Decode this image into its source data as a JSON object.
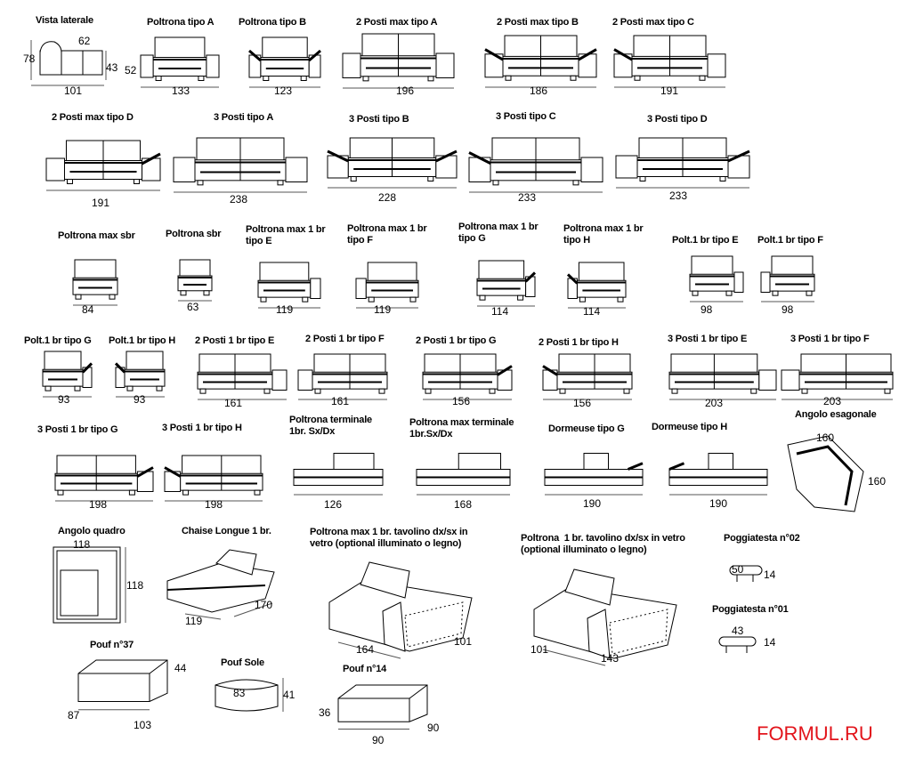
{
  "brand": "FORMUL.RU",
  "items": [
    {
      "label": "Vista laterale",
      "dims": [
        "62",
        "78",
        "43",
        "101"
      ]
    },
    {
      "label": "Poltrona tipo A",
      "dims": [
        "52",
        "133"
      ]
    },
    {
      "label": "Poltrona tipo B",
      "dims": [
        "123"
      ]
    },
    {
      "label": "2 Posti max tipo A",
      "dims": [
        "196"
      ]
    },
    {
      "label": "2 Posti max tipo B",
      "dims": [
        "186"
      ]
    },
    {
      "label": "2 Posti max tipo C",
      "dims": [
        "191"
      ]
    },
    {
      "label": "2 Posti max tipo D",
      "dims": [
        "191"
      ]
    },
    {
      "label": "3 Posti tipo A",
      "dims": [
        "238"
      ]
    },
    {
      "label": "3 Posti tipo B",
      "dims": [
        "228"
      ]
    },
    {
      "label": "3 Posti tipo C",
      "dims": [
        "233"
      ]
    },
    {
      "label": "3 Posti tipo D",
      "dims": [
        "233"
      ]
    },
    {
      "label": "Poltrona max sbr",
      "dims": [
        "84"
      ]
    },
    {
      "label": "Poltrona sbr",
      "dims": [
        "63"
      ]
    },
    {
      "label": "Poltrona max 1 br\ntipo E",
      "dims": [
        "119"
      ]
    },
    {
      "label": "Poltrona max 1 br\ntipo F",
      "dims": [
        "119"
      ]
    },
    {
      "label": "Poltrona max 1 br\ntipo G",
      "dims": [
        "114"
      ]
    },
    {
      "label": "Poltrona max 1 br\ntipo H",
      "dims": [
        "114"
      ]
    },
    {
      "label": "Polt.1 br tipo E",
      "dims": [
        "98"
      ]
    },
    {
      "label": "Polt.1 br tipo F",
      "dims": [
        "98"
      ]
    },
    {
      "label": "Polt.1 br tipo G",
      "dims": [
        "93"
      ]
    },
    {
      "label": "Polt.1 br tipo H",
      "dims": [
        "93"
      ]
    },
    {
      "label": "2 Posti 1 br tipo E",
      "dims": [
        "161"
      ]
    },
    {
      "label": "2 Posti 1 br tipo F",
      "dims": [
        "161"
      ]
    },
    {
      "label": "2 Posti 1 br tipo G",
      "dims": [
        "156"
      ]
    },
    {
      "label": "2 Posti 1 br tipo H",
      "dims": [
        "156"
      ]
    },
    {
      "label": "3 Posti 1 br tipo E",
      "dims": [
        "203"
      ]
    },
    {
      "label": "3 Posti 1 br tipo F",
      "dims": [
        "203"
      ]
    },
    {
      "label": "3 Posti 1 br tipo G",
      "dims": [
        "198"
      ]
    },
    {
      "label": "3 Posti 1 br tipo H",
      "dims": [
        "198"
      ]
    },
    {
      "label": "Poltrona terminale\n1br. Sx/Dx",
      "dims": [
        "126"
      ]
    },
    {
      "label": "Poltrona max terminale\n1br.Sx/Dx",
      "dims": [
        "168"
      ]
    },
    {
      "label": "Dormeuse tipo G",
      "dims": [
        "190"
      ]
    },
    {
      "label": "Dormeuse tipo H",
      "dims": [
        "190"
      ]
    },
    {
      "label": "Angolo esagonale",
      "dims": [
        "160",
        "160"
      ]
    },
    {
      "label": "Angolo quadro",
      "dims": [
        "118",
        "118"
      ]
    },
    {
      "label": "Chaise Longue 1 br.",
      "dims": [
        "119",
        "170"
      ]
    },
    {
      "label": "Poltrona max 1 br. tavolino dx/sx in\nvetro (optional illuminato o legno)",
      "dims": [
        "164",
        "101"
      ]
    },
    {
      "label": "Poltrona  1 br. tavolino dx/sx in vetro\n(optional illuminato o legno)",
      "dims": [
        "101",
        "143"
      ]
    },
    {
      "label": "Poggiatesta n°02",
      "dims": [
        "50",
        "14"
      ]
    },
    {
      "label": "Poggiatesta n°01",
      "dims": [
        "43",
        "14"
      ]
    },
    {
      "label": "Pouf n°37",
      "dims": [
        "44",
        "87",
        "103"
      ]
    },
    {
      "label": "Pouf Sole",
      "dims": [
        "41",
        "83"
      ]
    },
    {
      "label": "Pouf n°14",
      "dims": [
        "36",
        "90",
        "90"
      ]
    }
  ]
}
